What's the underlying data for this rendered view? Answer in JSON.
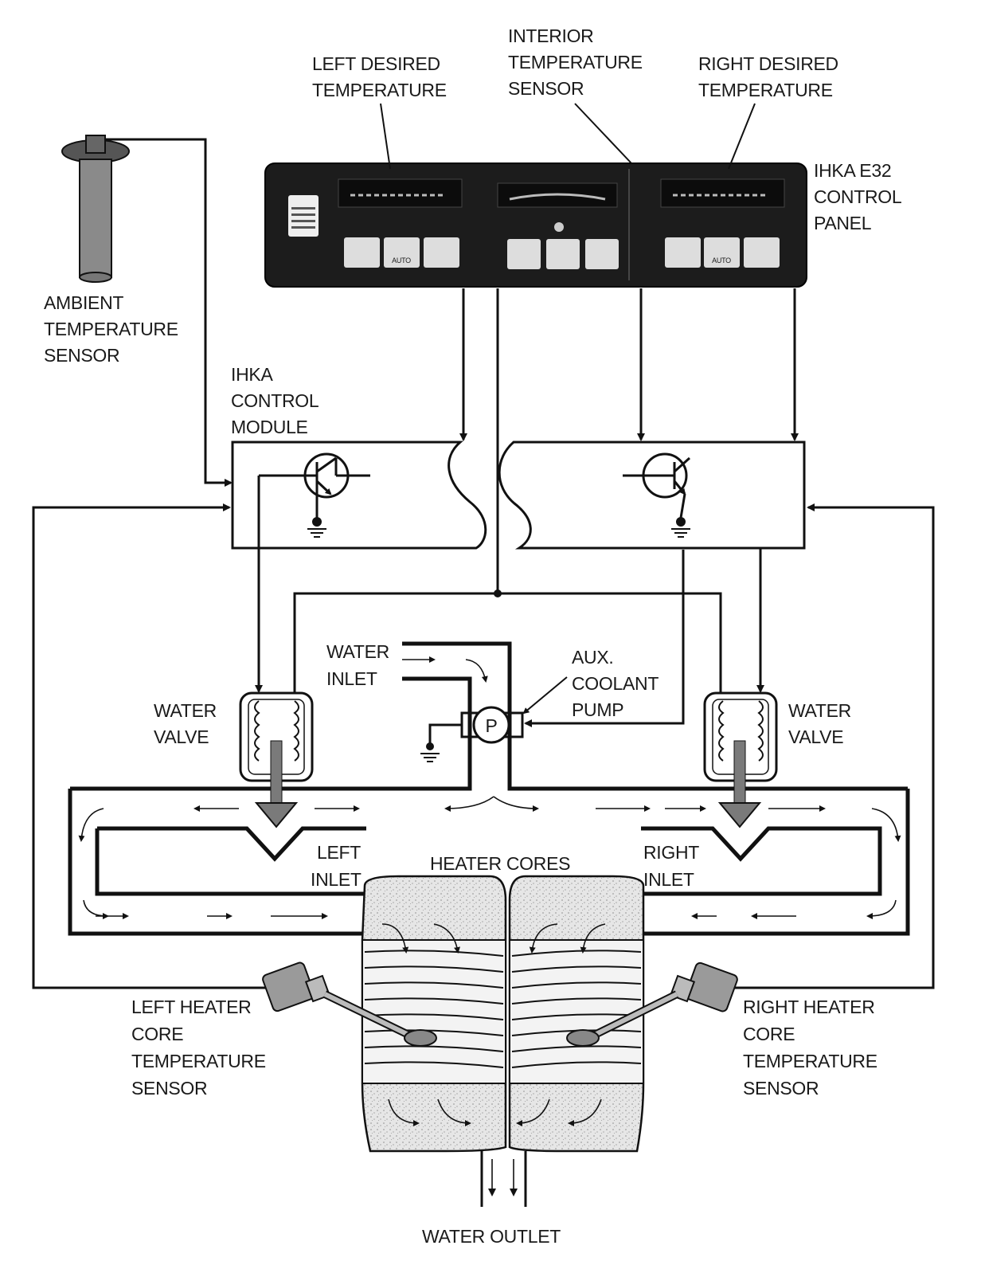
{
  "labels": {
    "left_desired": [
      "LEFT DESIRED",
      "TEMPERATURE"
    ],
    "interior_sensor": [
      "INTERIOR",
      "TEMPERATURE",
      "SENSOR"
    ],
    "right_desired": [
      "RIGHT DESIRED",
      "TEMPERATURE"
    ],
    "control_panel": [
      "IHKA E32",
      "CONTROL",
      "PANEL"
    ],
    "ambient_sensor": [
      "AMBIENT",
      "TEMPERATURE",
      "SENSOR"
    ],
    "control_module": [
      "IHKA",
      "CONTROL",
      "MODULE"
    ],
    "water_inlet": [
      "WATER",
      "INLET"
    ],
    "aux_pump": [
      "AUX.",
      "COOLANT",
      "PUMP"
    ],
    "water_valve_left": [
      "WATER",
      "VALVE"
    ],
    "water_valve_right": [
      "WATER",
      "VALVE"
    ],
    "left_inlet": [
      "LEFT",
      "INLET"
    ],
    "heater_cores": "HEATER CORES",
    "right_inlet": [
      "RIGHT",
      "INLET"
    ],
    "left_core_sensor": [
      "LEFT HEATER",
      "CORE",
      "TEMPERATURE",
      "SENSOR"
    ],
    "right_core_sensor": [
      "RIGHT HEATER",
      "CORE",
      "TEMPERATURE",
      "SENSOR"
    ],
    "water_outlet": "WATER OUTLET",
    "pump_symbol": "P"
  },
  "panel": {
    "left_buttons": [
      "",
      "AUTO",
      ""
    ],
    "right_buttons": [
      "",
      "AUTO",
      ""
    ]
  },
  "colors": {
    "line": "#111111",
    "panel": "#1c1c1c",
    "core_fill": "#d9d9d9",
    "valve_arrow": "#7a7a7a"
  }
}
